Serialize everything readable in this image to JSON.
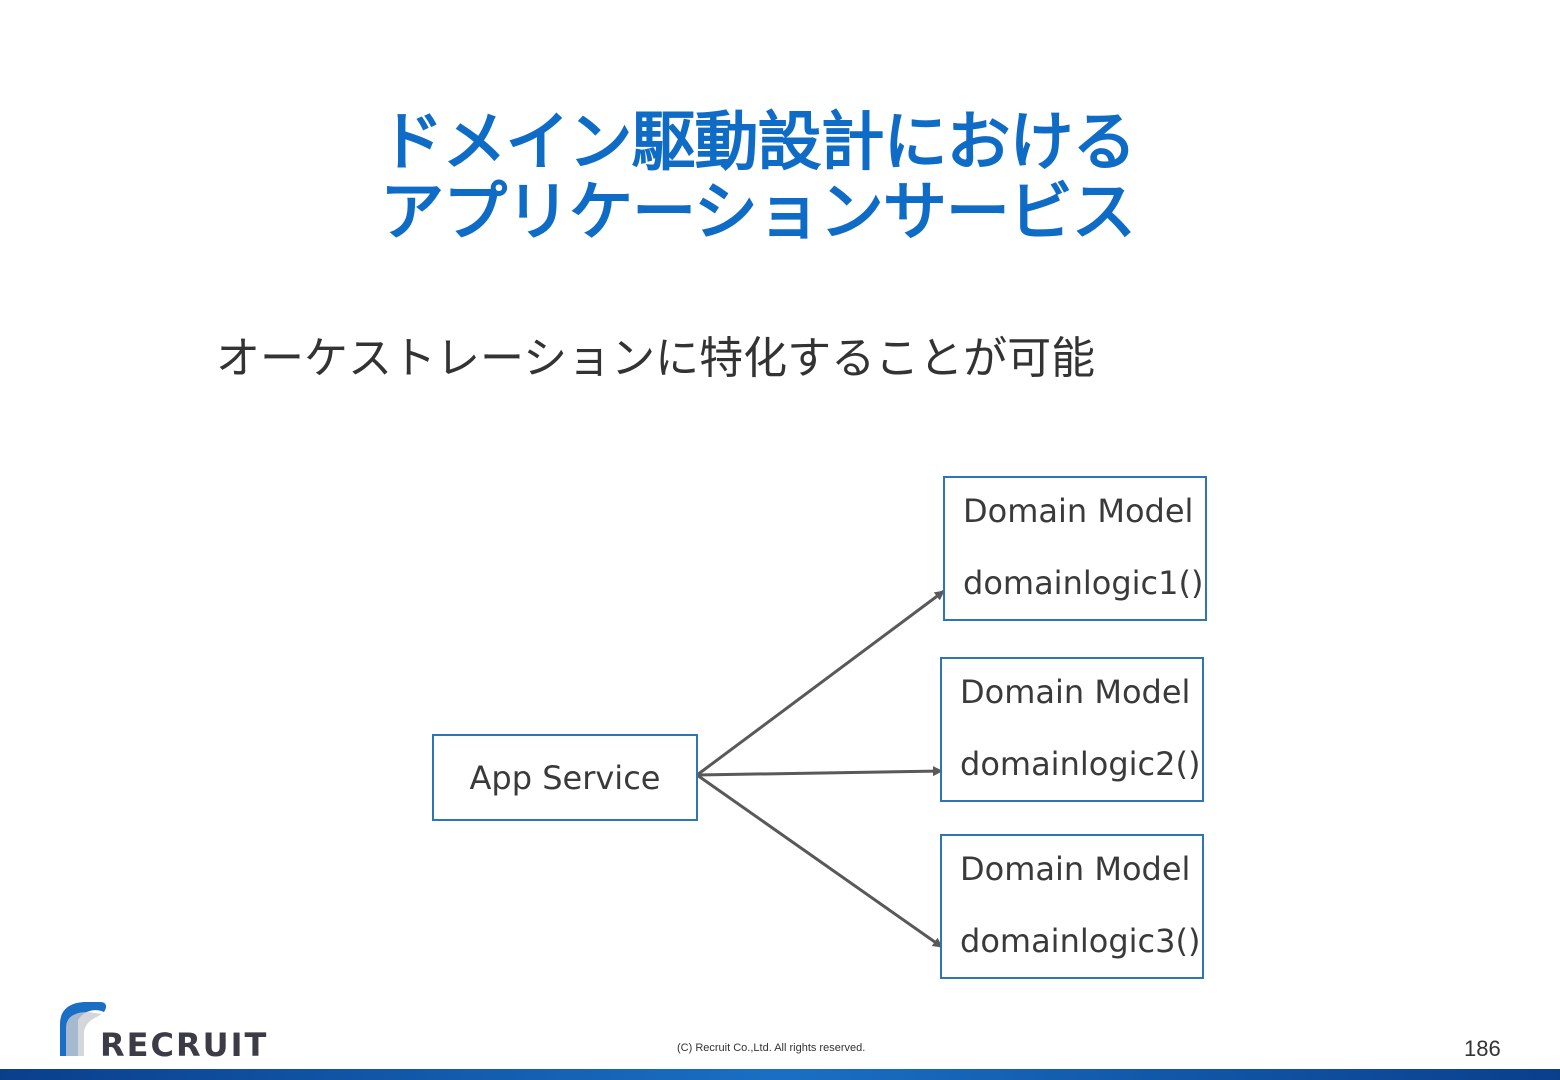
{
  "slide": {
    "title_line1": "ドメイン駆動設計における",
    "title_line2": "アプリケーションサービス",
    "subtitle": "オーケストレーションに特化することが可能"
  },
  "diagram": {
    "app_service": "App Service",
    "domain_models": [
      {
        "name": "Domain Model",
        "method": "domainlogic1()"
      },
      {
        "name": "Domain Model",
        "method": "domainlogic2()"
      },
      {
        "name": "Domain Model",
        "method": "domainlogic3()"
      }
    ]
  },
  "footer": {
    "logo_text": "RECRUIT",
    "copyright": "(C) Recruit Co.,Ltd. All rights reserved.",
    "page_number": "186"
  },
  "colors": {
    "title": "#0f6cc6",
    "box_border": "#2e75b6",
    "arrow": "#595959",
    "bottom_bar": "#0a3f8c"
  }
}
